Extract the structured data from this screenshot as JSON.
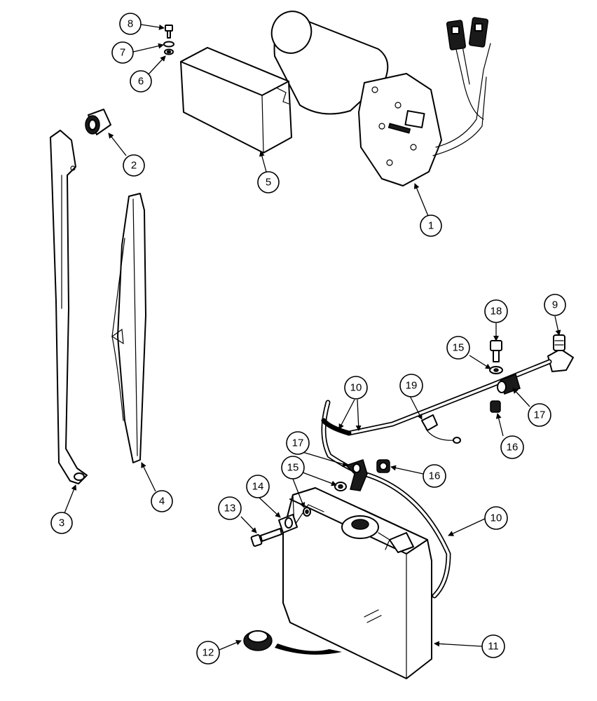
{
  "callouts": {
    "c1": "1",
    "c2": "2",
    "c3": "3",
    "c4": "4",
    "c5": "5",
    "c6": "6",
    "c7": "7",
    "c8": "8",
    "c9": "9",
    "c10a": "10",
    "c10b": "10",
    "c11": "11",
    "c12": "12",
    "c13": "13",
    "c14": "14",
    "c15a": "15",
    "c15b": "15",
    "c16a": "16",
    "c16b": "16",
    "c17a": "17",
    "c17b": "17",
    "c18": "18",
    "c19": "19"
  }
}
